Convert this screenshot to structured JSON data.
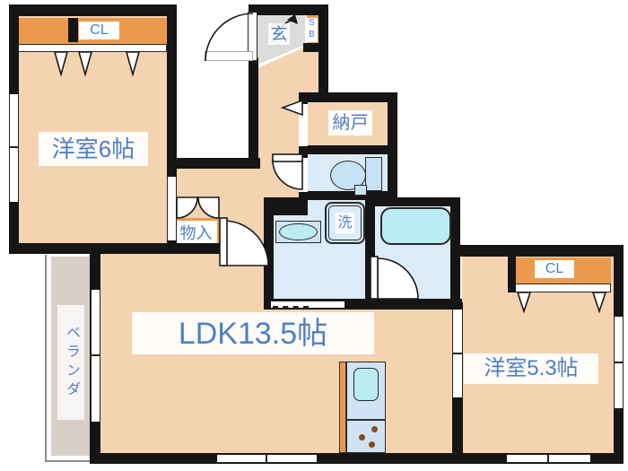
{
  "title": "apartment-floorplan",
  "colors": {
    "wall": "#151515",
    "floor": "#f4d3b1",
    "wet_floor": "#dcebf8",
    "fixture": "#b9ecf3",
    "cabinet": "#cfe3f4",
    "accent_orange": "#eb9a4d",
    "label_blue": "#4e7fcb",
    "genkan_gray": "#dcdcda",
    "veranda_gray": "#d8d0c6"
  },
  "rooms": {
    "western6": {
      "label": "洋室6帖"
    },
    "ldk": {
      "label": "LDK13.5帖"
    },
    "western53": {
      "label": "洋室5.3帖"
    },
    "nando": {
      "label": "納戸"
    },
    "genkan": {
      "label": "玄"
    },
    "veranda": {
      "label": "ベランダ"
    },
    "monoire": {
      "label": "物入"
    },
    "laundry": {
      "label": "洗"
    },
    "closet_left": {
      "label": "CL"
    },
    "closet_right": {
      "label": "CL"
    },
    "shoebox": {
      "letter_top": "S",
      "letter_bottom": "B"
    }
  }
}
